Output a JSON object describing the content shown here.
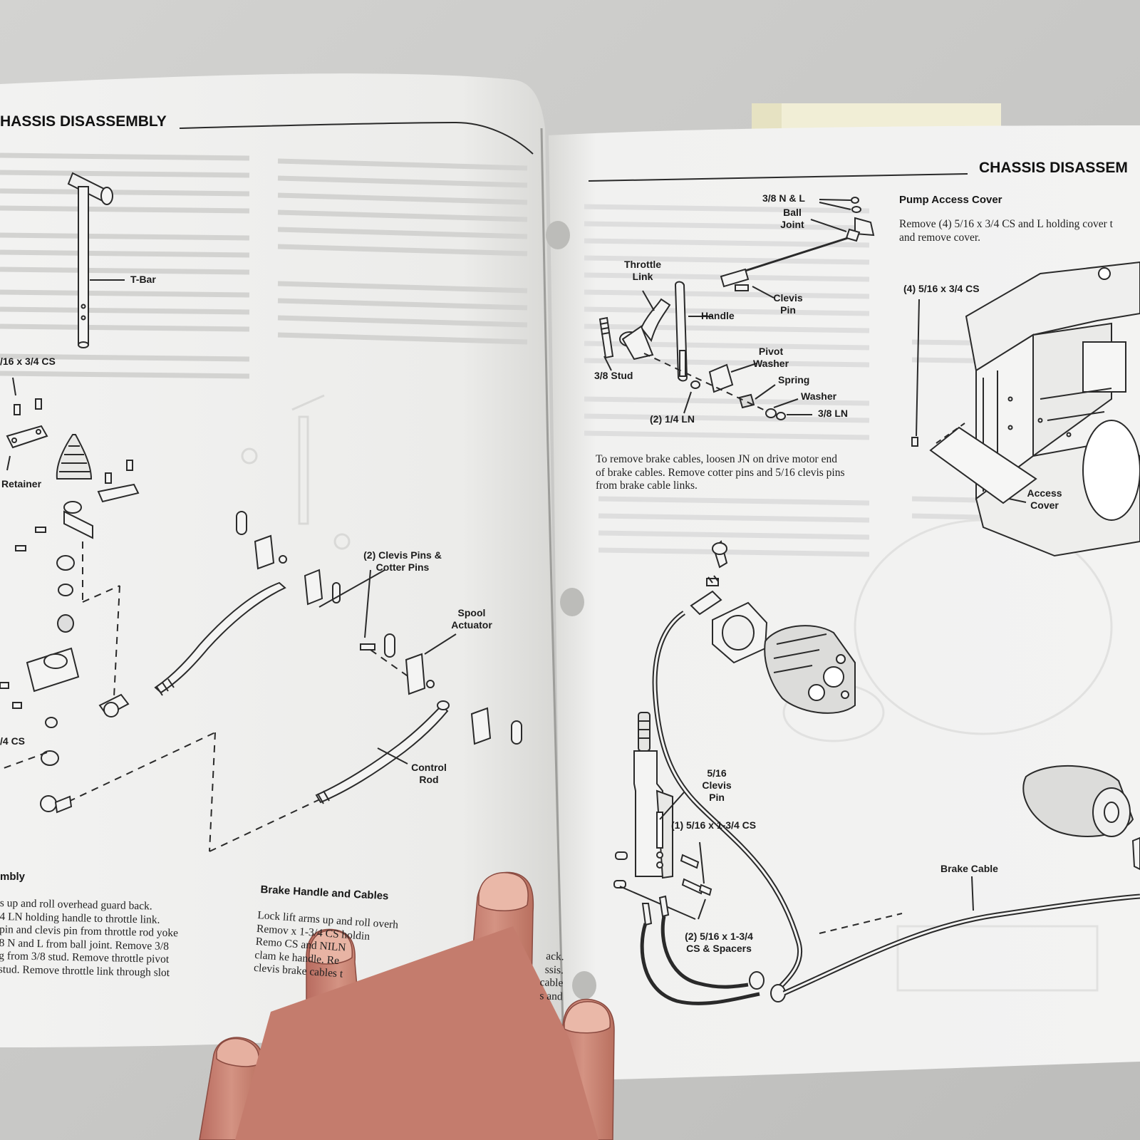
{
  "left_page": {
    "header": "HASSIS DISASSEMBLY",
    "labels": {
      "t_bar": "T-Bar",
      "cs_top": "/16 x 3/4 CS",
      "retainer": "Retainer",
      "cs_bottom": "/4 CS",
      "clevis_pins": [
        "(2) Clevis Pins &",
        "Cotter Pins"
      ],
      "spool_actuator": [
        "Spool",
        "Actuator"
      ],
      "control_rod": [
        "Control",
        "Rod"
      ]
    },
    "section_left_title": "mbly",
    "section_left_lines": [
      "s up and roll overhead guard back.",
      "4 LN holding handle to throttle link.",
      "pin and clevis pin from throttle rod yoke",
      "8 N and L from ball joint. Remove 3/8",
      "g from 3/8 stud. Remove throttle pivot",
      "stud. Remove throttle link through slot"
    ],
    "brake_title": "Brake Handle and Cables",
    "brake_lines": [
      "Lock lift arms up and roll overh",
      "Remov          x 1-3/4 CS holdin",
      "Remo          CS and NILN",
      "clam          ke handle. Re",
      "clevis          brake cables t"
    ],
    "brake_right_fragments": [
      "ack.",
      "ssis.",
      "cable",
      "s and"
    ]
  },
  "right_page": {
    "header": "CHASSIS DISASSEM",
    "labels": {
      "nl": "3/8 N & L",
      "ball_joint": [
        "Ball",
        "Joint"
      ],
      "throttle_link": [
        "Throttle",
        "Link"
      ],
      "clevis_pin": [
        "Clevis",
        "Pin"
      ],
      "handle": "Handle",
      "stud": "3/8 Stud",
      "pivot_washer": [
        "Pivot",
        "Washer"
      ],
      "spring": "Spring",
      "washer": "Washer",
      "ln": "3/8 LN",
      "ln_two": "(2) 1/4 LN",
      "clevis_516": [
        "5/16",
        "Clevis",
        "Pin"
      ],
      "cs_one": "(1) 5/16 x 1-3/4 CS",
      "cs_two": [
        "(2) 5/16 x 1-3/4",
        "CS & Spacers"
      ],
      "brake_cable": "Brake Cable",
      "cs_four": "(4) 5/16 x 3/4 CS",
      "access_cover": [
        "Access",
        "Cover"
      ]
    },
    "paragraph": [
      "To remove brake cables, loosen JN on drive motor end",
      "of brake cables. Remove cotter pins and 5/16 clevis pins",
      "from brake cable links."
    ],
    "pump_title": "Pump Access Cover",
    "pump_lines": [
      "Remove (4) 5/16 x 3/4 CS and L holding cover t",
      "and remove cover."
    ]
  }
}
